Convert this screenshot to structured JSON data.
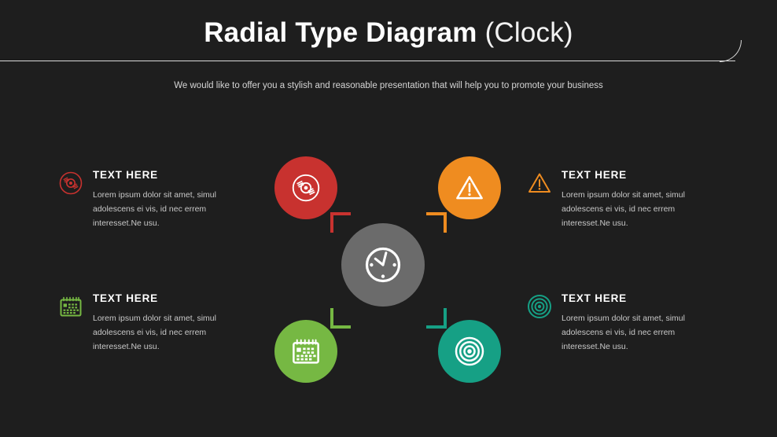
{
  "slide": {
    "background_color": "#1e1e1e",
    "title_main": "Radial Type Diagram ",
    "title_sub": "(Clock)",
    "subtitle": "We would like to offer you a stylish and reasonable presentation that will help you to promote your business"
  },
  "colors": {
    "red": "#c8322f",
    "orange": "#ef8c20",
    "green": "#76b843",
    "teal": "#16a085",
    "hub_gray": "#6b6b6b",
    "heading_text": "#ffffff",
    "body_text": "#c8c8c8",
    "rule": "#d9d9d9"
  },
  "center": {
    "icon": "clock-icon",
    "color": "#6b6b6b"
  },
  "items": [
    {
      "id": "top-left",
      "icon": "vinyl-record-icon",
      "color": "#c8322f",
      "heading": "TEXT HERE",
      "description": "Lorem ipsum dolor sit amet, simul adolescens ei vis, id nec errem interesset.Ne usu."
    },
    {
      "id": "top-right",
      "icon": "warning-triangle-icon",
      "color": "#ef8c20",
      "heading": "TEXT HERE",
      "description": "Lorem ipsum dolor sit amet, simul adolescens ei vis, id nec errem interesset.Ne usu."
    },
    {
      "id": "bottom-left",
      "icon": "calendar-icon",
      "color": "#76b843",
      "heading": "TEXT HERE",
      "description": "Lorem ipsum dolor sit amet, simul adolescens ei vis, id nec errem interesset.Ne usu."
    },
    {
      "id": "bottom-right",
      "icon": "target-icon",
      "color": "#16a085",
      "heading": "TEXT HERE",
      "description": "Lorem ipsum dolor sit amet, simul adolescens ei vis, id nec errem interesset.Ne usu."
    }
  ]
}
